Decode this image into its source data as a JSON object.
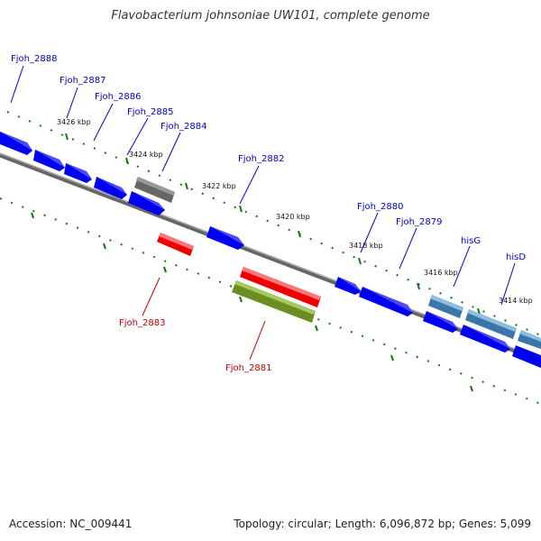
{
  "title": "Flavobacterium johnsoniae UW101, complete genome",
  "footer": {
    "accession": "Accession: NC_009441",
    "summary": "Topology: circular; Length: 6,096,872 bp; Genes: 5,099"
  },
  "colors": {
    "forward_gene": "#0000ee",
    "reverse_gene": "#ee0000",
    "pseudogene": "#666666",
    "rna_gene": "#6b8e23",
    "named_gene": "#4f8fc0",
    "forward_label": "#0000cc",
    "reverse_label": "#cc0000",
    "scale_tick": "#117711",
    "backbone": "#888888"
  },
  "scale_labels": [
    "3426 kbp",
    "3424 kbp",
    "3422 kbp",
    "3420 kbp",
    "3418 kbp",
    "3416 kbp",
    "3414 kbp"
  ],
  "forward_gene_labels": [
    "Fjoh_2888",
    "Fjoh_2887",
    "Fjoh_2886",
    "Fjoh_2885",
    "Fjoh_2884",
    "Fjoh_2882",
    "Fjoh_2880",
    "Fjoh_2879",
    "hisG",
    "hisD"
  ],
  "reverse_gene_labels": [
    "Fjoh_2883",
    "Fjoh_2881"
  ]
}
